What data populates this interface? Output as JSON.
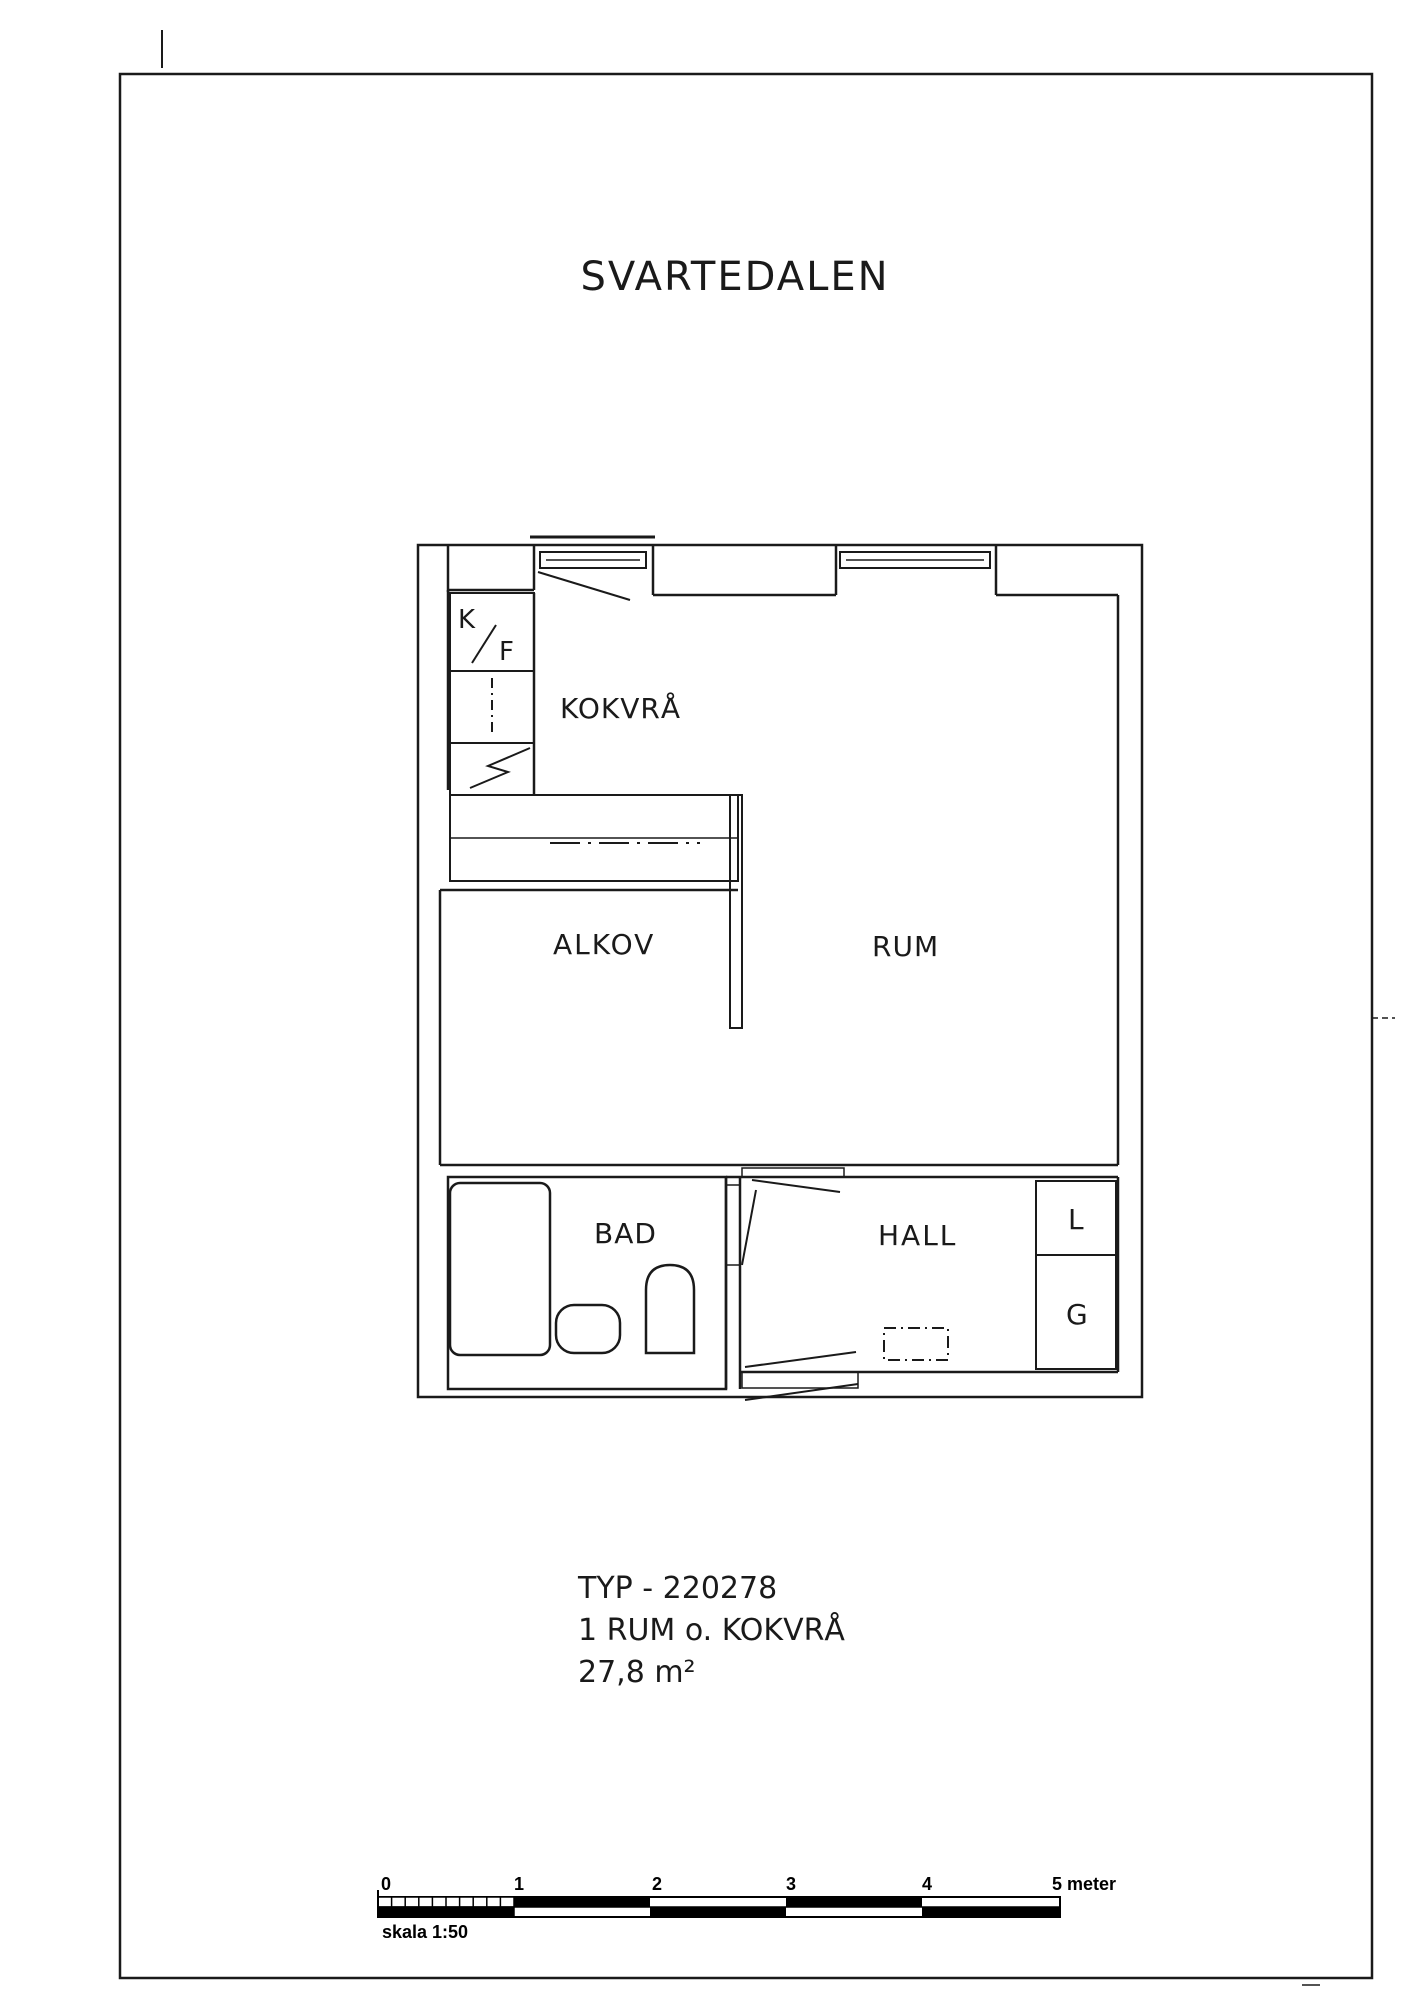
{
  "title": "SVARTEDALEN",
  "rooms": {
    "kf_k": "K",
    "kf_f": "F",
    "kokvra": "KOKVRÅ",
    "alkov": "ALKOV",
    "rum": "RUM",
    "bad": "BAD",
    "hall": "HALL",
    "l": "L",
    "g": "G"
  },
  "info": {
    "type": "TYP - 220278",
    "description": "1 RUM o. KOKVRÅ",
    "area": "27,8 m²"
  },
  "scale": {
    "ticks": [
      "0",
      "1",
      "2",
      "3",
      "4"
    ],
    "end_label": "5 meter",
    "ratio": "skala 1:50"
  },
  "colors": {
    "ink": "#1a1a1a",
    "paper": "#ffffff"
  }
}
